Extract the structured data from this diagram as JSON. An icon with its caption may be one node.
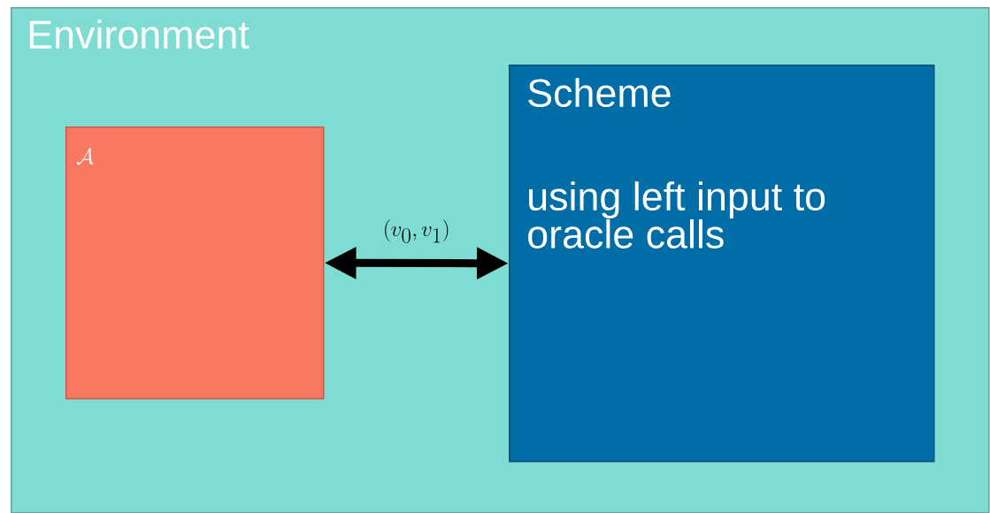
{
  "diagram": {
    "nodes": [
      {
        "text": [
          "Environment"
        ]
      },
      {
        "text": [
          "\\mathcal{A}"
        ],
        "in": 0
      },
      {
        "text": [
          "Scheme",
          "using left input to oracle calls"
        ],
        "in": 0
      }
    ],
    "edges": [
      {
        "from": 1,
        "to": 2,
        "arrow": "both",
        "label": "(v_0, v_1)"
      }
    ]
  }
}
